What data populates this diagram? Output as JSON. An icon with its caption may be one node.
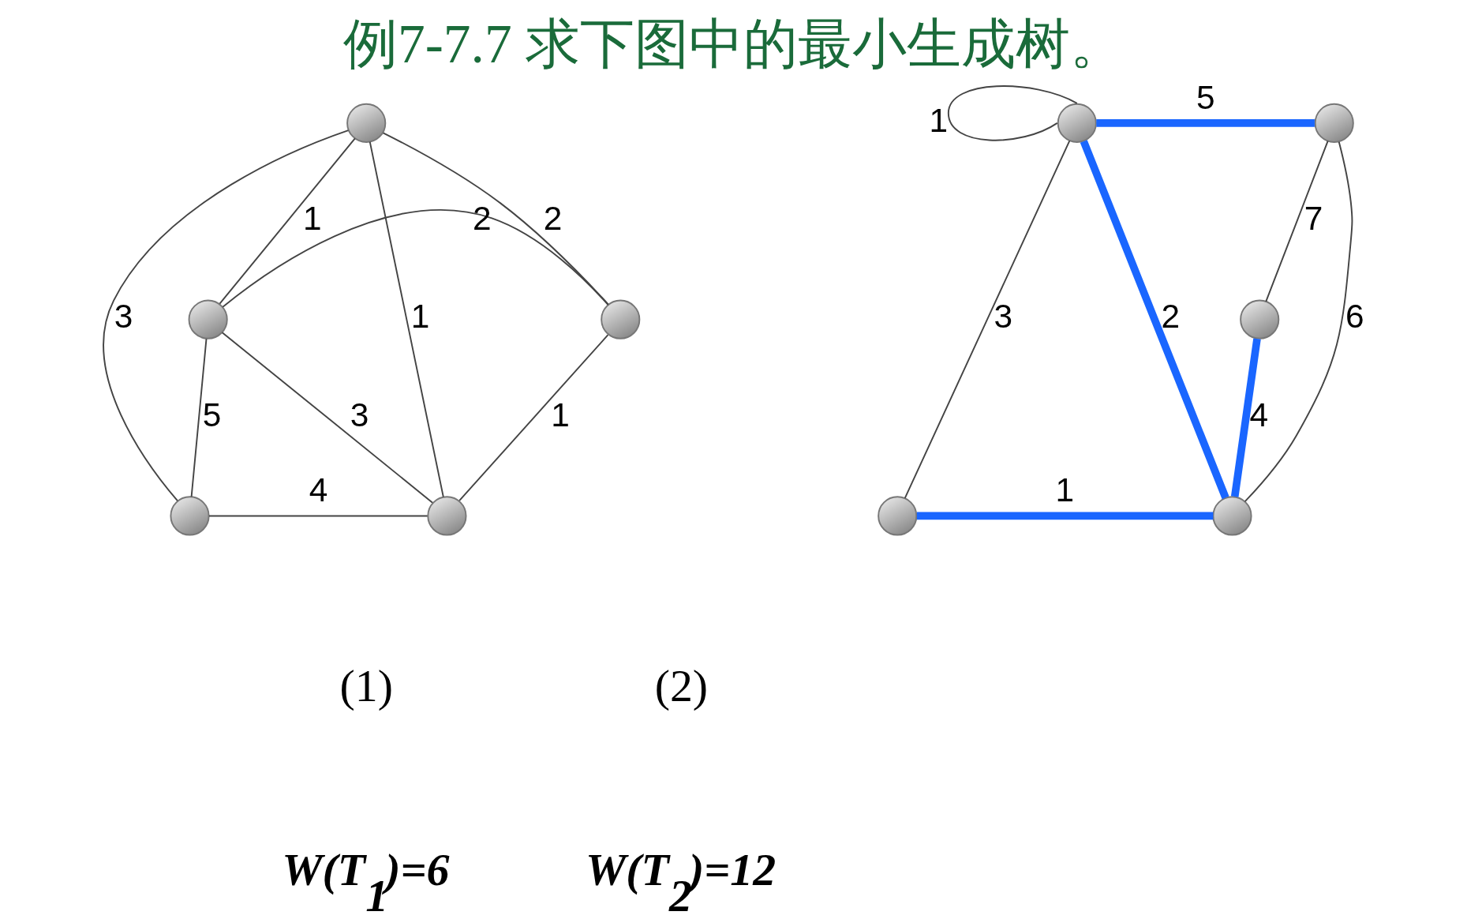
{
  "diagram": {
    "title": "例7-7.7 求下图中的最小生成树。",
    "nodes": [
      {
        "text": [],
        "shape": "circle"
      },
      {
        "text": [],
        "shape": "circle"
      },
      {
        "text": [],
        "shape": "circle"
      },
      {
        "text": [],
        "shape": "circle"
      },
      {
        "text": [],
        "shape": "circle"
      },
      {
        "text": [],
        "shape": "circle"
      },
      {
        "text": [],
        "shape": "circle"
      },
      {
        "text": [],
        "shape": "circle"
      },
      {
        "text": [],
        "shape": "circle"
      },
      {
        "text": [],
        "shape": "circle"
      }
    ],
    "edges": [
      {
        "from": 0,
        "to": 1,
        "arrow": "none",
        "label": "1"
      },
      {
        "from": 0,
        "to": 2,
        "arrow": "none",
        "label": "2"
      },
      {
        "from": 1,
        "to": 2,
        "arrow": "none",
        "label": "2"
      },
      {
        "from": 1,
        "to": 4,
        "arrow": "none",
        "label": "3"
      },
      {
        "from": 2,
        "to": 4,
        "arrow": "none",
        "label": "1"
      },
      {
        "from": 1,
        "to": 3,
        "arrow": "none",
        "label": "5"
      },
      {
        "from": 3,
        "to": 4,
        "arrow": "none",
        "label": "4"
      },
      {
        "from": 0,
        "to": 3,
        "arrow": "none",
        "label": "3"
      },
      {
        "from": 0,
        "to": 4,
        "arrow": "none",
        "label": "1"
      },
      {
        "from": 5,
        "to": 5,
        "arrow": "none",
        "label": "1"
      },
      {
        "from": 5,
        "to": 6,
        "arrow": "none",
        "label": "5",
        "style": "thick",
        "color": "#1a66ff"
      },
      {
        "from": 6,
        "to": 7,
        "arrow": "none",
        "label": "7"
      },
      {
        "from": 5,
        "to": 8,
        "arrow": "none",
        "label": "3"
      },
      {
        "from": 5,
        "to": 9,
        "arrow": "none",
        "label": "2",
        "style": "thick",
        "color": "#1a66ff"
      },
      {
        "from": 6,
        "to": 9,
        "arrow": "none",
        "label": "6"
      },
      {
        "from": 8,
        "to": 9,
        "arrow": "none",
        "label": "1",
        "style": "thick",
        "color": "#1a66ff"
      },
      {
        "from": 9,
        "to": 7,
        "arrow": "none",
        "label": "4",
        "style": "thick",
        "color": "#1a66ff"
      }
    ],
    "labels": [
      "(1)",
      "(2)",
      "W(T$_{1}$)=6",
      "W(T$_{2}$)=12"
    ]
  }
}
